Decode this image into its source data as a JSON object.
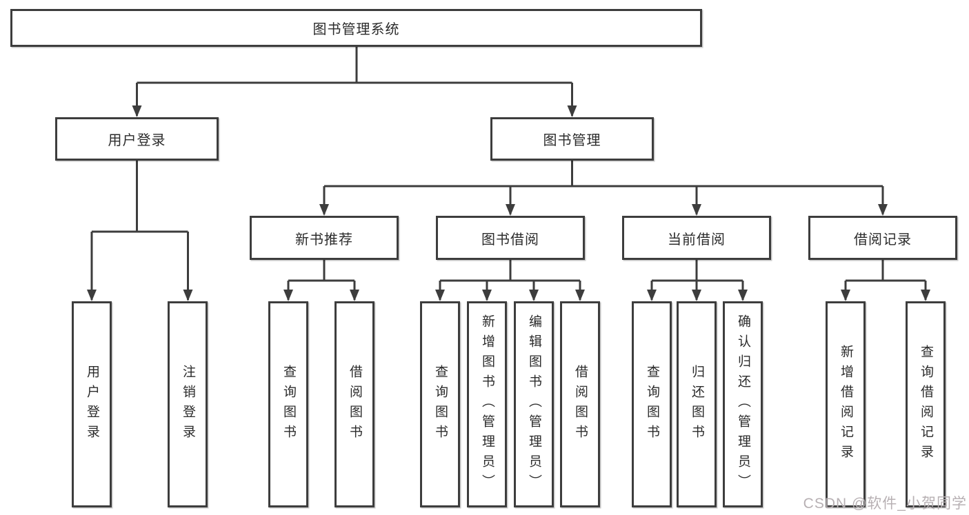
{
  "diagram": {
    "colors": {
      "line": "#3d3d3d",
      "text": "#2b2b2b",
      "background": "#ffffff",
      "watermark_color": "#b7b0b3"
    },
    "root": {
      "label": "图书管理系统"
    },
    "branches": [
      {
        "label": "用户登录",
        "children": [
          {
            "label": "用户登录"
          },
          {
            "label": "注销登录"
          }
        ]
      },
      {
        "label": "图书管理",
        "children": [
          {
            "label": "新书推荐",
            "children": [
              {
                "label": "查询图书"
              },
              {
                "label": "借阅图书"
              }
            ]
          },
          {
            "label": "图书借阅",
            "children": [
              {
                "label": "查询图书"
              },
              {
                "label": "新增图书（管理员）"
              },
              {
                "label": "编辑图书（管理员）"
              },
              {
                "label": "借阅图书"
              }
            ]
          },
          {
            "label": "当前借阅",
            "children": [
              {
                "label": "查询图书"
              },
              {
                "label": "归还图书"
              },
              {
                "label": "确认归还（管理员）"
              }
            ]
          },
          {
            "label": "借阅记录",
            "children": [
              {
                "label": "新增借阅记录"
              },
              {
                "label": "查询借阅记录"
              }
            ]
          }
        ]
      }
    ],
    "watermark": "CSDN @软件_小贺同学"
  }
}
